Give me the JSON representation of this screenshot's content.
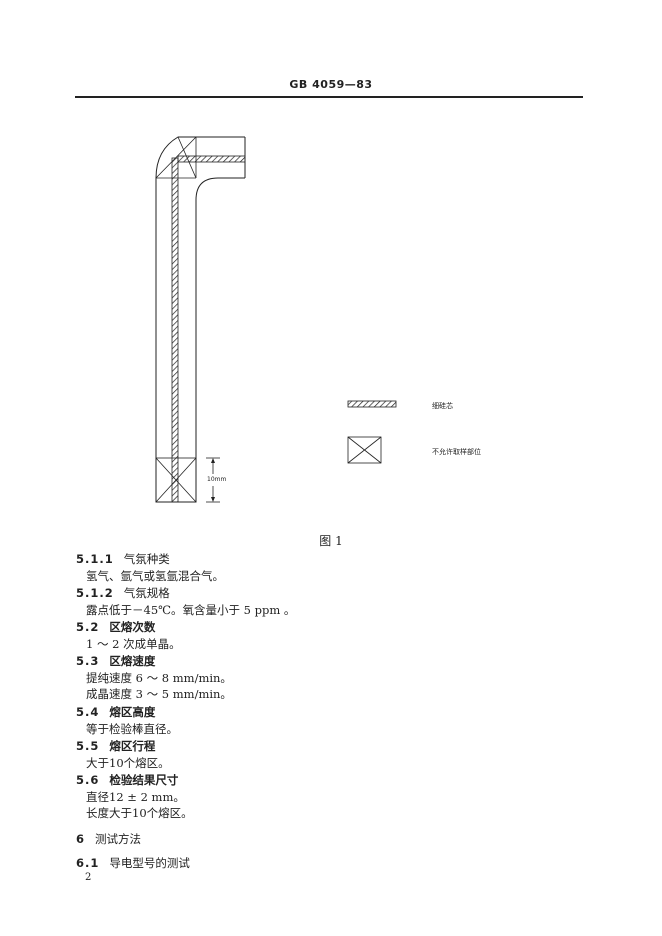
{
  "header": {
    "standard_no": "GB 4059—83"
  },
  "figure": {
    "caption": "图 1",
    "dimension_label": "10mm",
    "legend": [
      {
        "label": "细硅芯"
      },
      {
        "label": "不允许取样部位"
      }
    ]
  },
  "sections": [
    {
      "num": "5.1.1",
      "title": "气氛种类",
      "body": [
        "氢气、氩气或氢氩混合气。"
      ]
    },
    {
      "num": "5.1.2",
      "title": "气氛规格",
      "body": [
        "露点低于－45℃。氧含量小于 5 ppm 。"
      ]
    },
    {
      "num": "5.2",
      "title": "区熔次数",
      "body": [
        "1 ～ 2 次成单晶。"
      ]
    },
    {
      "num": "5.3",
      "title": "区熔速度",
      "body": [
        "提纯速度 6 ～ 8 mm/min。",
        "成晶速度 3 ～ 5 mm/min。"
      ]
    },
    {
      "num": "5.4",
      "title": "熔区高度",
      "body": [
        "等于检验棒直径。"
      ]
    },
    {
      "num": "5.5",
      "title": "熔区行程",
      "body": [
        "大于10个熔区。"
      ]
    },
    {
      "num": "5.6",
      "title": "检验结果尺寸",
      "body": [
        "直径12 ± 2 mm。",
        "长度大于10个熔区。"
      ]
    },
    {
      "num": "6",
      "title": "测试方法",
      "body": []
    },
    {
      "num": "6.1",
      "title": "导电型号的测试",
      "body": []
    }
  ],
  "page_number": "2"
}
